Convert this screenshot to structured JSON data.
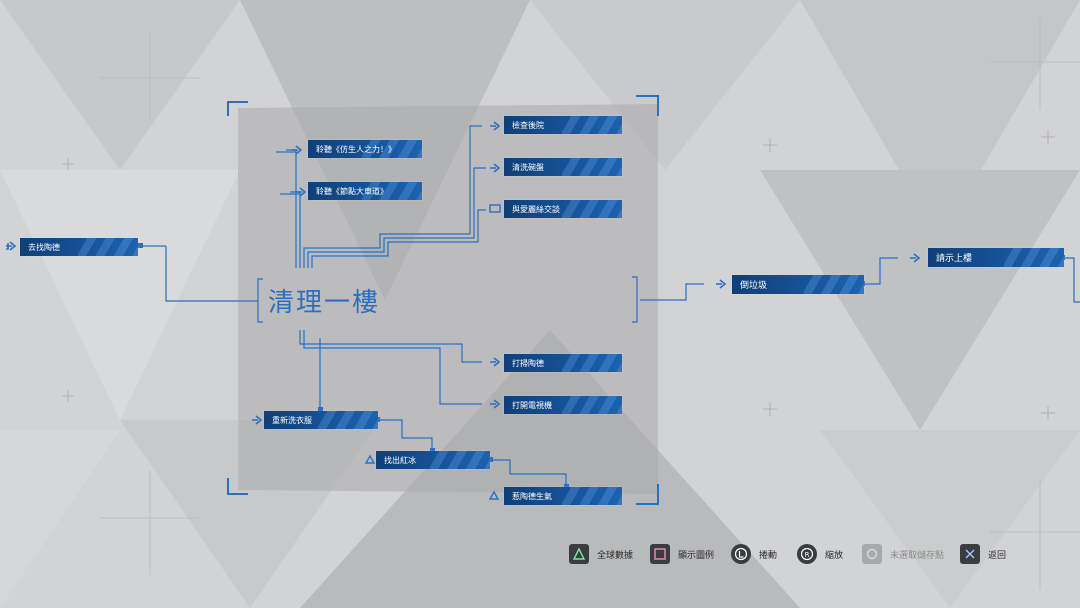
{
  "chapter": {
    "title": "清理一樓"
  },
  "nodes": {
    "find_sound": "去找陶德",
    "inspect_backyard": "檢查後院",
    "wash_dishes": "清洗碗盤",
    "talk_alice": "與愛麗絲交談",
    "listen_1": "聆聽《仿生人之力！》",
    "listen_2": "聆聽《節點大車道》",
    "clean_todd": "打掃陶德",
    "open_tv": "打開電視機",
    "laundry": "重新洗衣服",
    "find_alice": "找出紅冰",
    "todd_angry": "惹陶德生氣",
    "throw_trash": "倒垃圾",
    "go_upstairs": "請示上樓"
  },
  "footer": {
    "global_stats": "全球數據",
    "show_legend": "顯示圖例",
    "move": "捲動",
    "zoom": "縮放",
    "unsaved": "未選取儲存點",
    "back": "返回"
  },
  "colors": {
    "accent": "#2a6fc1",
    "node_dark": "#0f3f78",
    "node_light": "#1c62b0"
  },
  "icons": [
    "triangle-icon",
    "square-icon",
    "l-stick-icon",
    "r-stick-icon",
    "circle-icon",
    "cross-icon",
    "arrow-icon",
    "chat-icon"
  ]
}
